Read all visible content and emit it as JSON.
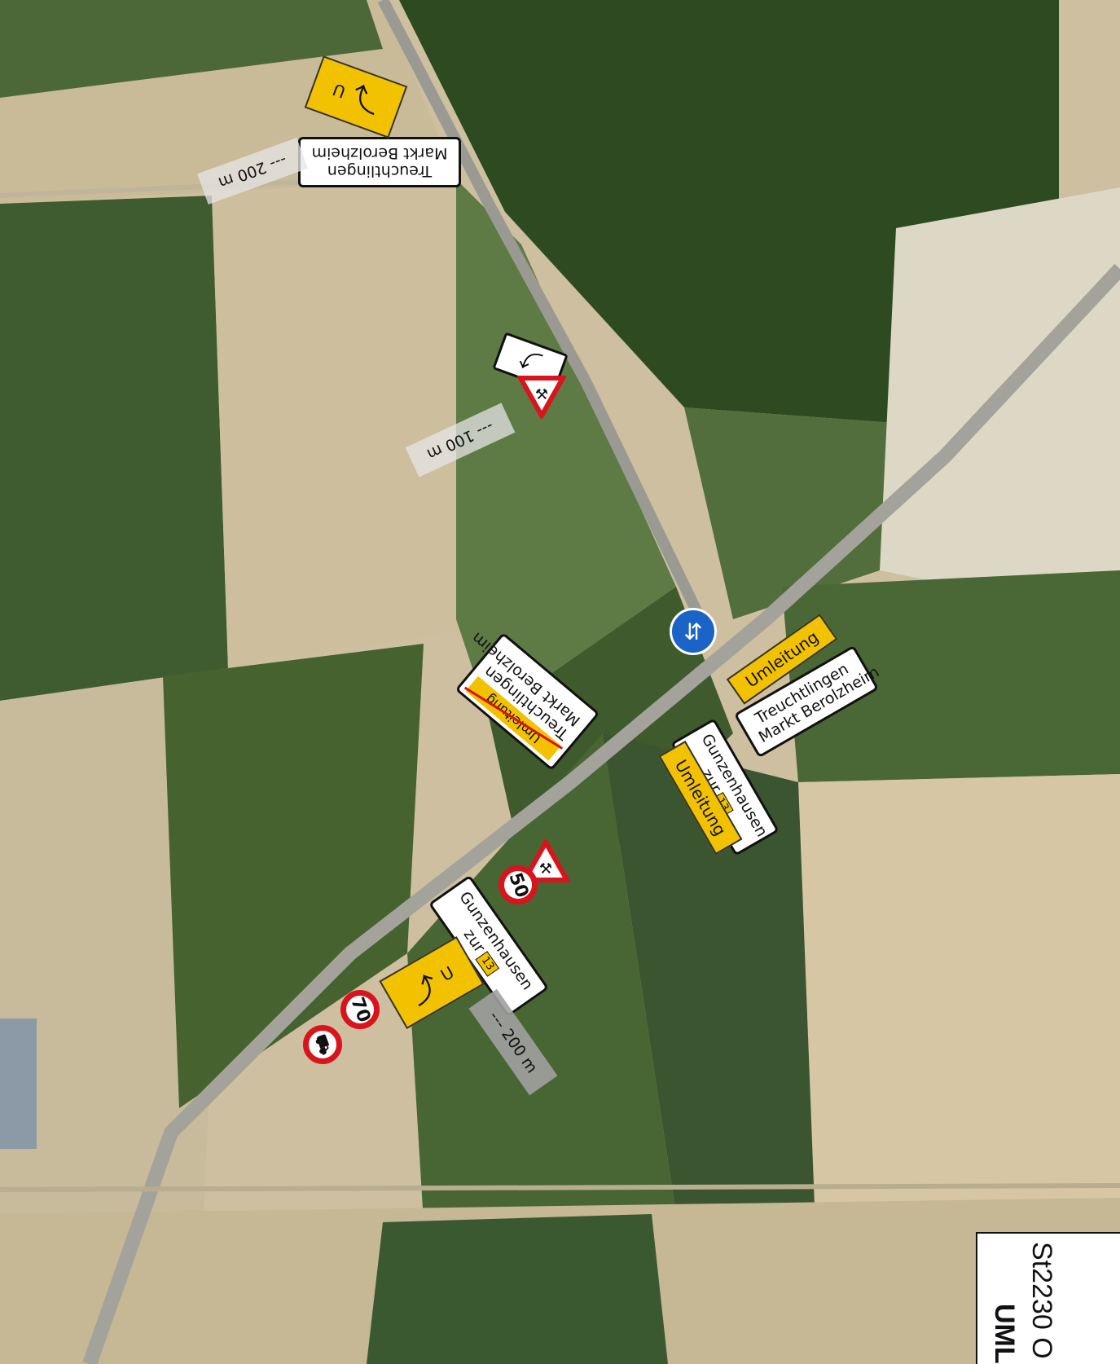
{
  "map": {
    "colors": {
      "forest": "#2d4a22",
      "field_light": "#cfc3a4",
      "field_green": "#4e6b3a",
      "road": "#9a9a92",
      "sign_yellow": "#f2c200",
      "sign_red": "#d8141c"
    }
  },
  "signs": {
    "top_direction": {
      "line1": "Treuchtlingen",
      "line2": "Markt Berolzheim"
    },
    "top_distance": "--- 200 m",
    "mid_distance": "--- 100 m",
    "crossing_direction_struck": {
      "line1": "Treuchtlingen",
      "line2": "Markt Berolzheim",
      "struck_label": "Umleitung"
    },
    "right_direction_upper": {
      "line1": "Treuchtlingen",
      "line2": "Markt Berolzheim"
    },
    "right_umleitung_upper": "Umleitung",
    "right_direction_lower": {
      "line1": "Gunzenhausen",
      "line2": "zur",
      "badge": "13"
    },
    "right_umleitung_lower": "Umleitung",
    "bottom_direction": {
      "line1": "Gunzenhausen",
      "line2": "zur",
      "badge": "13"
    },
    "bottom_distance": "--- 200 m",
    "speed_50": "50",
    "speed_70": "70",
    "yellow_letter_top": "U",
    "yellow_letter_bottom": "U"
  },
  "legend": {
    "line1": "St2230 O",
    "line2": "UMLE"
  }
}
